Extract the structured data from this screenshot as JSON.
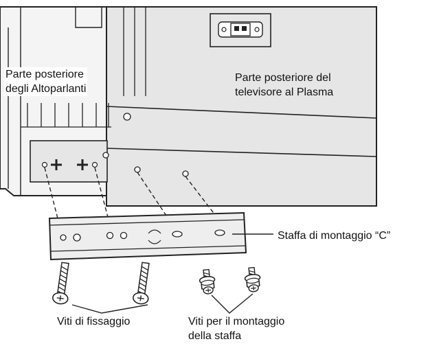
{
  "labels": {
    "speakers_back": [
      "Parte posteriore",
      "degli Altoparlanti"
    ],
    "tv_back": [
      "Parte posteriore del",
      "televisore al Plasma"
    ],
    "bracket": "Staffa di montaggio “C”",
    "fixing_screws": "Viti di fissaggio",
    "mounting_screws": [
      "Viti per il montaggio",
      "della staffa"
    ]
  },
  "colors": {
    "line": "#222222",
    "panel_fill": "#e6e6e6",
    "speaker_fill": "#f4f4f4",
    "bracket_fill": "#eeeeee"
  }
}
